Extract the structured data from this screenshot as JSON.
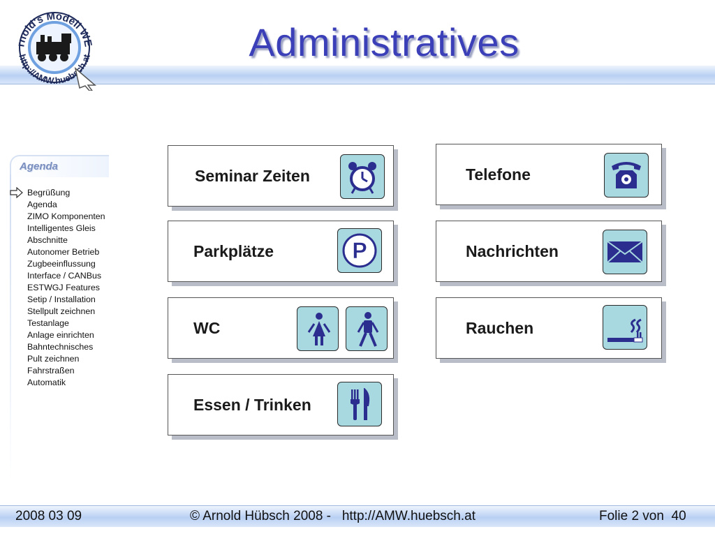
{
  "title": "Administratives",
  "logo": {
    "ring_top": "Arnold's Modell WEB",
    "ring_bottom": "http://AMW.huebsch.at"
  },
  "agenda": {
    "title": "Agenda",
    "items": [
      "Begrüßung",
      "Agenda",
      "ZIMO Komponenten",
      "Intelligentes Gleis",
      "Abschnitte",
      "Autonomer Betrieb",
      "Zugbeeinflussung",
      "Interface / CANBus",
      "ESTWGJ Features",
      "Setip / Installation",
      "Stellpult zeichnen",
      "Testanlage",
      "Anlage einrichten",
      "Bahntechnisches",
      "Pult zeichnen",
      "Fahrstraßen",
      "Automatik"
    ],
    "current_index": 0
  },
  "cards": {
    "seminar": {
      "label": "Seminar Zeiten",
      "icon": "alarm-clock-icon"
    },
    "telefone": {
      "label": "Telefone",
      "icon": "telephone-icon"
    },
    "parken": {
      "label": "Parkplätze",
      "icon": "parking-icon",
      "icon_text": "P"
    },
    "nachrichten": {
      "label": "Nachrichten",
      "icon": "envelope-icon"
    },
    "wc": {
      "label": "WC",
      "icons": [
        "woman-icon",
        "man-icon"
      ]
    },
    "rauchen": {
      "label": "Rauchen",
      "icon": "cigarette-icon"
    },
    "essen": {
      "label": "Essen / Trinken",
      "icon": "fork-knife-icon"
    }
  },
  "colors": {
    "title": "#3b3fb8",
    "icon_fill": "#a9d9e0",
    "icon_ink": "#2b2e8f",
    "band": "#b9d0f3"
  },
  "footer": {
    "date": "2008 03 09",
    "copyright": "© Arnold Hübsch 2008 -   http://AMW.huebsch.at",
    "page": "Folie 2 von  40"
  }
}
